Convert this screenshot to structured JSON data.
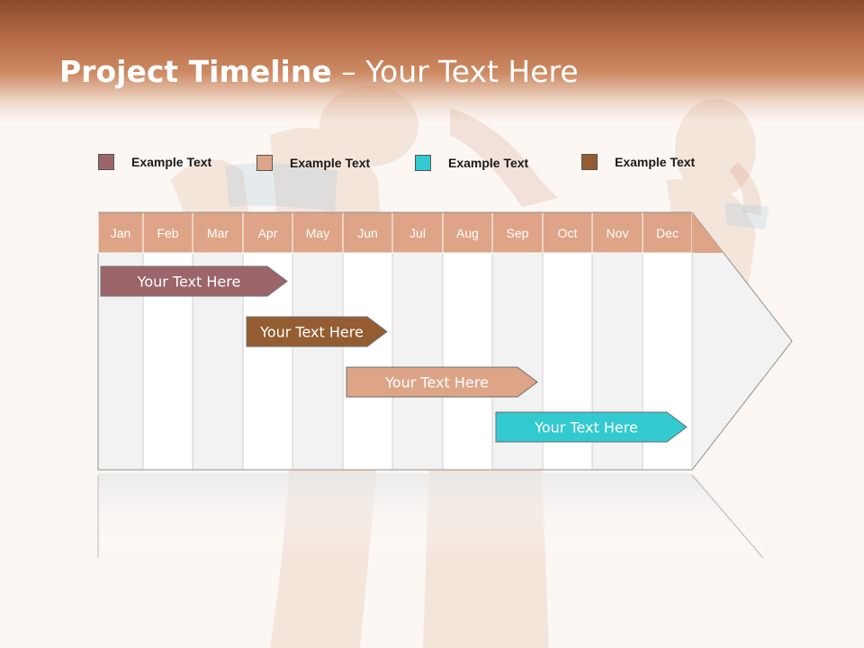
{
  "slide": {
    "title_bold": "Project Timeline",
    "title_rest": " – Your Text Here"
  },
  "legend": [
    {
      "label": "Example Text",
      "color": "#9b656a"
    },
    {
      "label": "Example Text",
      "color": "#dea487"
    },
    {
      "label": "Example Text",
      "color": "#33c9d0"
    },
    {
      "label": "Example Text",
      "color": "#935d31"
    }
  ],
  "timeline": {
    "months": [
      "Jan",
      "Feb",
      "Mar",
      "Apr",
      "May",
      "Jun",
      "Jul",
      "Aug",
      "Sep",
      "Oct",
      "Nov",
      "Dec"
    ],
    "header_color": "#dea487",
    "tasks": [
      {
        "label": "Your  Text Here",
        "start_month": "Jan",
        "end_month": "Apr",
        "color": "#9b656a"
      },
      {
        "label": "Your  Text Here",
        "start_month": "Apr",
        "end_month": "Jun",
        "color": "#935d31"
      },
      {
        "label": "Your  Text Here",
        "start_month": "Jun",
        "end_month": "Sep",
        "color": "#dea487"
      },
      {
        "label": "Your  Text Here",
        "start_month": "Sep",
        "end_month": "Dec",
        "color": "#33c9d0"
      }
    ]
  }
}
